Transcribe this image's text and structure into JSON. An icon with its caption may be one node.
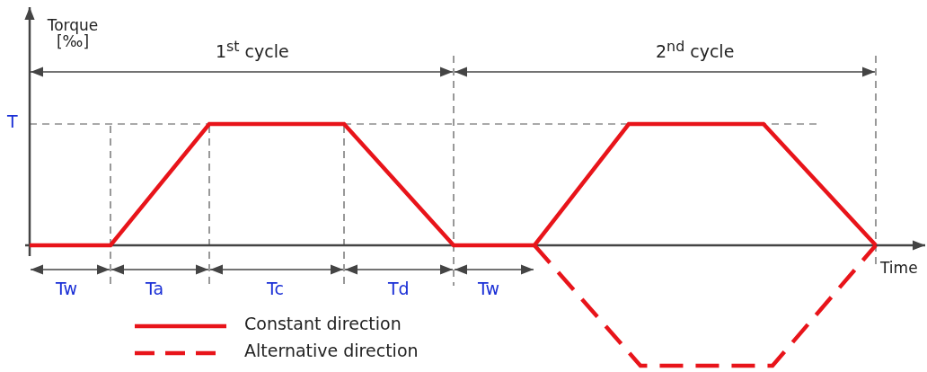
{
  "diagram": {
    "labels": [
      "Torque [‰]",
      "1$^{st}$ cycle",
      "2$^{nd}$ cycle",
      "T",
      "Time",
      "Tw",
      "Ta",
      "Tc",
      "Td",
      "Tw"
    ],
    "legend": [
      {
        "text": "Constant direction"
      },
      {
        "text": "Alternative direction"
      }
    ]
  }
}
